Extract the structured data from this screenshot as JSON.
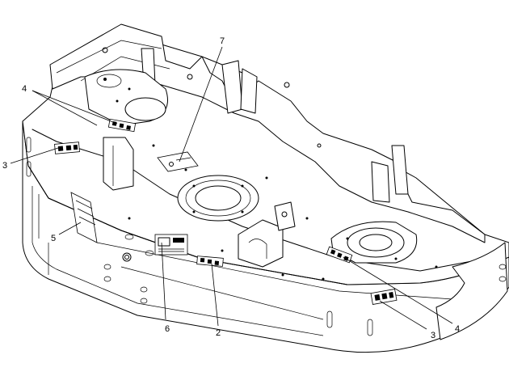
{
  "callouts": [
    {
      "id": "c4a",
      "label": "4"
    },
    {
      "id": "c3a",
      "label": "3"
    },
    {
      "id": "c5",
      "label": "5"
    },
    {
      "id": "c7",
      "label": "7"
    },
    {
      "id": "c6",
      "label": "6"
    },
    {
      "id": "c2",
      "label": "2"
    },
    {
      "id": "c3b",
      "label": "3"
    },
    {
      "id": "c4b",
      "label": "4"
    }
  ]
}
